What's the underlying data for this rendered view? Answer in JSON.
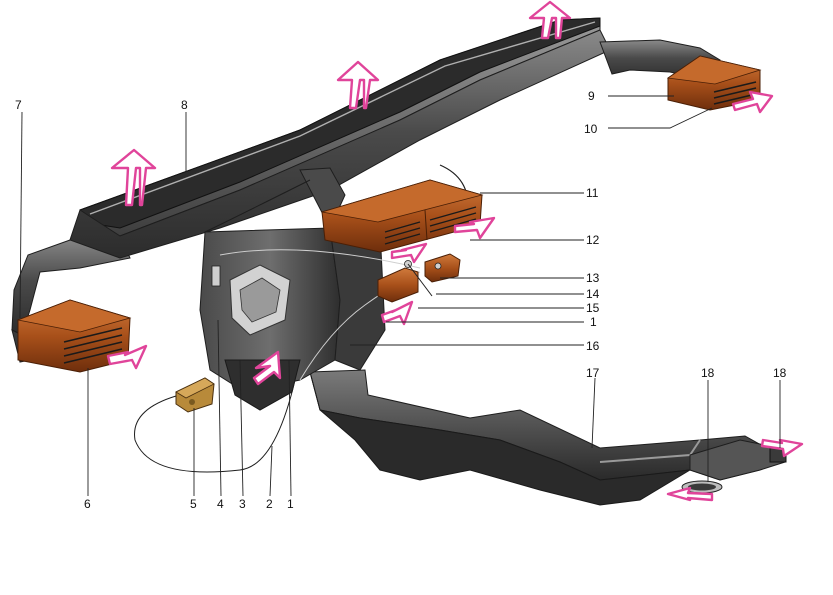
{
  "colors": {
    "duct_dark": "#3a3a3a",
    "duct_mid": "#5a5a5a",
    "duct_light": "#8a8a8a",
    "nozzle_orange": "#b0561c",
    "nozzle_dark": "#6e2e0c",
    "airflow_arrow": "#e0449a",
    "label_text": "#111111"
  },
  "callouts": {
    "c1a": "1",
    "c1b": "1",
    "c2": "2",
    "c3": "3",
    "c4": "4",
    "c5": "5",
    "c6": "6",
    "c7": "7",
    "c8": "8",
    "c9": "9",
    "c10": "10",
    "c11": "11",
    "c12": "12",
    "c13": "13",
    "c14": "14",
    "c15": "15",
    "c16": "16",
    "c17": "17",
    "c18a": "18",
    "c18b": "18"
  },
  "icons": {
    "airflow": "airflow-arrow-icon"
  }
}
